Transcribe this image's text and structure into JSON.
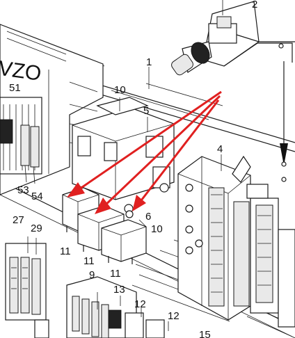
{
  "diagram": {
    "background": "#ffffff",
    "line_color": "#1a1a1a",
    "arrow_color": "#e02020",
    "panel_stamp": "VZO",
    "callouts": {
      "c1": "1",
      "c2": "2",
      "c4": "4",
      "c5": "5",
      "c6": "6",
      "c9": "9",
      "c10a": "10",
      "c10b": "10",
      "c11a": "11",
      "c11b": "11",
      "c11c": "11",
      "c12a": "12",
      "c12b": "12",
      "c13": "13",
      "c15": "15",
      "c27": "27",
      "c29": "29",
      "c51": "51",
      "c53": "53",
      "c54": "54"
    }
  }
}
